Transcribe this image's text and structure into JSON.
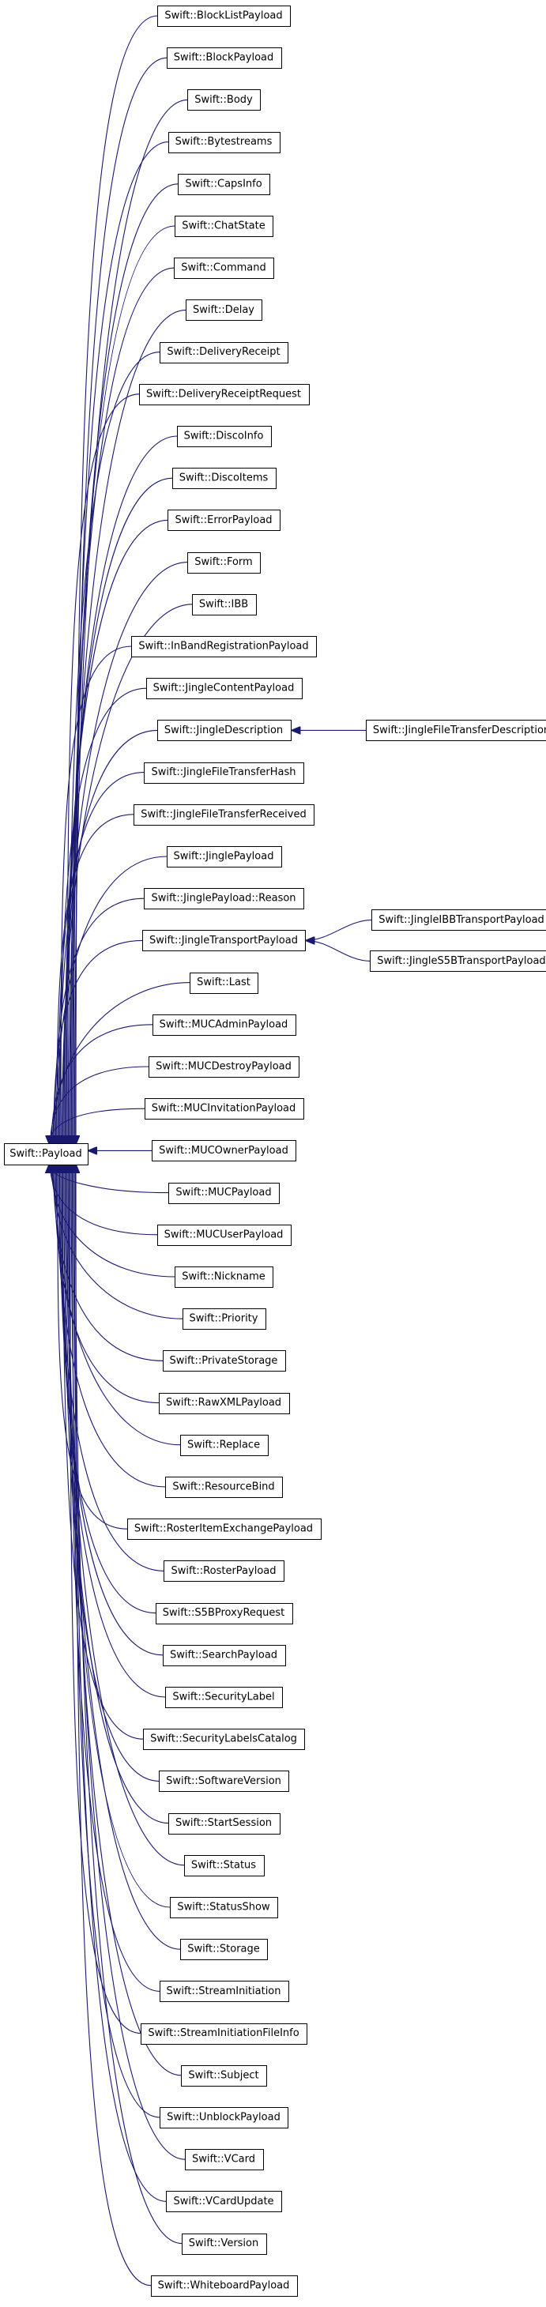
{
  "diagram": {
    "type": "inheritance-graph",
    "base_class": "Swift::Payload",
    "edge_color": "#191970",
    "children": [
      {
        "name": "Swift::BlockListPayload"
      },
      {
        "name": "Swift::BlockPayload"
      },
      {
        "name": "Swift::Body"
      },
      {
        "name": "Swift::Bytestreams"
      },
      {
        "name": "Swift::CapsInfo"
      },
      {
        "name": "Swift::ChatState"
      },
      {
        "name": "Swift::Command"
      },
      {
        "name": "Swift::Delay"
      },
      {
        "name": "Swift::DeliveryReceipt"
      },
      {
        "name": "Swift::DeliveryReceiptRequest"
      },
      {
        "name": "Swift::DiscoInfo"
      },
      {
        "name": "Swift::DiscoItems"
      },
      {
        "name": "Swift::ErrorPayload"
      },
      {
        "name": "Swift::Form"
      },
      {
        "name": "Swift::IBB"
      },
      {
        "name": "Swift::InBandRegistrationPayload"
      },
      {
        "name": "Swift::JingleContentPayload"
      },
      {
        "name": "Swift::JingleDescription",
        "children": [
          "Swift::JingleFileTransferDescription"
        ]
      },
      {
        "name": "Swift::JingleFileTransferHash"
      },
      {
        "name": "Swift::JingleFileTransferReceived"
      },
      {
        "name": "Swift::JinglePayload"
      },
      {
        "name": "Swift::JinglePayload::Reason"
      },
      {
        "name": "Swift::JingleTransportPayload",
        "children": [
          "Swift::JingleIBBTransportPayload",
          "Swift::JingleS5BTransportPayload"
        ]
      },
      {
        "name": "Swift::Last"
      },
      {
        "name": "Swift::MUCAdminPayload"
      },
      {
        "name": "Swift::MUCDestroyPayload"
      },
      {
        "name": "Swift::MUCInvitationPayload"
      },
      {
        "name": "Swift::MUCOwnerPayload"
      },
      {
        "name": "Swift::MUCPayload"
      },
      {
        "name": "Swift::MUCUserPayload"
      },
      {
        "name": "Swift::Nickname"
      },
      {
        "name": "Swift::Priority"
      },
      {
        "name": "Swift::PrivateStorage"
      },
      {
        "name": "Swift::RawXMLPayload"
      },
      {
        "name": "Swift::Replace"
      },
      {
        "name": "Swift::ResourceBind"
      },
      {
        "name": "Swift::RosterItemExchangePayload"
      },
      {
        "name": "Swift::RosterPayload"
      },
      {
        "name": "Swift::S5BProxyRequest"
      },
      {
        "name": "Swift::SearchPayload"
      },
      {
        "name": "Swift::SecurityLabel"
      },
      {
        "name": "Swift::SecurityLabelsCatalog"
      },
      {
        "name": "Swift::SoftwareVersion"
      },
      {
        "name": "Swift::StartSession"
      },
      {
        "name": "Swift::Status"
      },
      {
        "name": "Swift::StatusShow"
      },
      {
        "name": "Swift::Storage"
      },
      {
        "name": "Swift::StreamInitiation"
      },
      {
        "name": "Swift::StreamInitiationFileInfo"
      },
      {
        "name": "Swift::Subject"
      },
      {
        "name": "Swift::UnblockPayload"
      },
      {
        "name": "Swift::VCard"
      },
      {
        "name": "Swift::VCardUpdate"
      },
      {
        "name": "Swift::Version"
      },
      {
        "name": "Swift::WhiteboardPayload"
      }
    ]
  }
}
